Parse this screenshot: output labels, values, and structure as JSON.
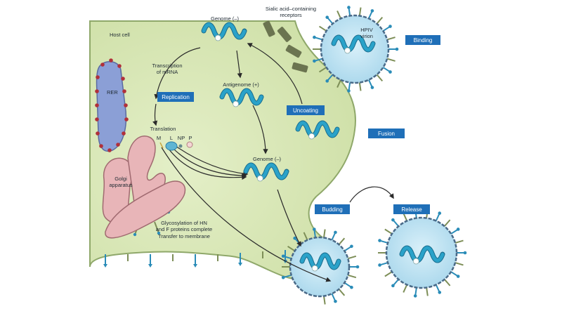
{
  "labels": {
    "host_cell": "Host cell",
    "receptors_line1": "Sialic acid–containing",
    "receptors_line2": "receptors",
    "virion_line1": "HPIV",
    "virion_line2": "virion",
    "genome_top": "Genome (–)",
    "antigenome": "Antigenome (+)",
    "genome_mid": "Genome (–)",
    "transcription_line1": "Transcription",
    "transcription_line2": "of mRNA",
    "rer": "RER",
    "translation": "Translation",
    "protein_m": "M",
    "protein_l": "L",
    "protein_np": "NP",
    "protein_p": "P",
    "golgi_line1": "Golgi",
    "golgi_line2": "apparatus",
    "glyco_line1": "Glycosylation of HN",
    "glyco_line2": "and F proteins complete",
    "glyco_line3": "Transfer to membrane"
  },
  "stages": {
    "binding": "Binding",
    "replication": "Replication",
    "uncoating": "Uncoating",
    "fusion": "Fusion",
    "budding": "Budding",
    "release": "Release"
  },
  "colors": {
    "cytoplasm": "#d6e6b5",
    "cytoplasm_edge": "#8fa86a",
    "rer": "#8b9fd6",
    "rer_ribosome": "#b0303a",
    "golgi": "#e8b5b8",
    "virion_fill": "#bfe3f2",
    "rna": "#2aa2c9",
    "spike": "#7d8e57",
    "spike_blue": "#2a8cb8",
    "stage_box": "#1f6fb8",
    "arrow": "#2a2a2a"
  }
}
